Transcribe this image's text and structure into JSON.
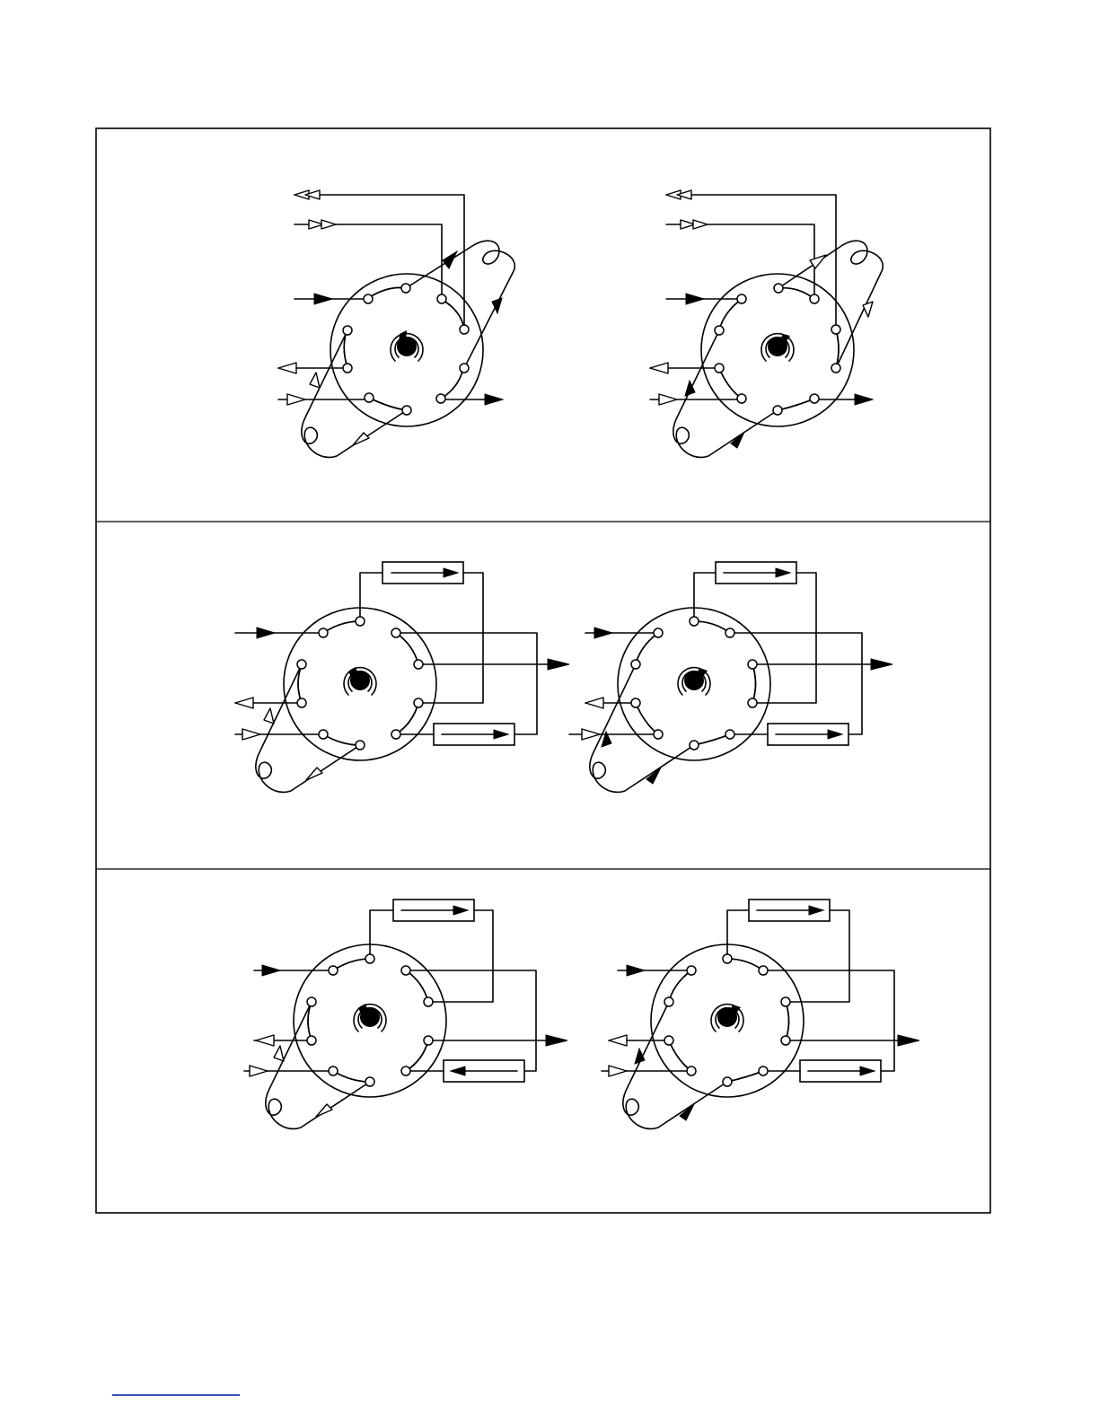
{
  "page": {
    "panels": [
      {
        "id": "panel-1",
        "valves": [
          {
            "id": "valve-1a"
          },
          {
            "id": "valve-1b"
          }
        ]
      },
      {
        "id": "panel-2",
        "valves": [
          {
            "id": "valve-2a"
          },
          {
            "id": "valve-2b"
          }
        ]
      },
      {
        "id": "panel-3",
        "valves": [
          {
            "id": "valve-3a"
          },
          {
            "id": "valve-3b"
          }
        ]
      }
    ]
  },
  "colors": {
    "line": "#000000",
    "background": "#ffffff",
    "footer_link": "#3b54b4"
  },
  "icons": {
    "solid_arrow": "solid-arrowhead-icon",
    "open_arrow": "open-arrowhead-icon",
    "double_arrow": "double-open-arrowhead-icon",
    "port": "port-circle-icon",
    "hub": "rotor-hub-icon"
  }
}
